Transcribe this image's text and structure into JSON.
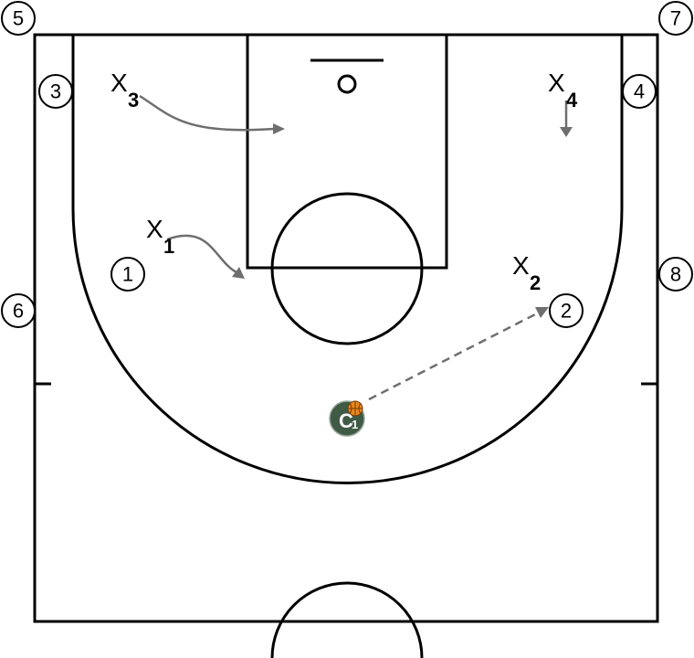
{
  "spots": [
    {
      "id": "spot-1",
      "label": "1"
    },
    {
      "id": "spot-2",
      "label": "2"
    },
    {
      "id": "spot-3",
      "label": "3"
    },
    {
      "id": "spot-4",
      "label": "4"
    },
    {
      "id": "spot-5",
      "label": "5"
    },
    {
      "id": "spot-6",
      "label": "6"
    },
    {
      "id": "spot-7",
      "label": "7"
    },
    {
      "id": "spot-8",
      "label": "8"
    }
  ],
  "defenders": [
    {
      "id": "x1",
      "letter": "X",
      "sub": "1"
    },
    {
      "id": "x2",
      "letter": "X",
      "sub": "2"
    },
    {
      "id": "x3",
      "letter": "X",
      "sub": "3"
    },
    {
      "id": "x4",
      "letter": "X",
      "sub": "4"
    }
  ],
  "coach": {
    "letter": "C",
    "sub": "1"
  },
  "colors": {
    "court_lines": "#000000",
    "movement_arrows": "#6e6e6e",
    "coach_token": "#3f5a45",
    "ball": "#e8871e"
  }
}
